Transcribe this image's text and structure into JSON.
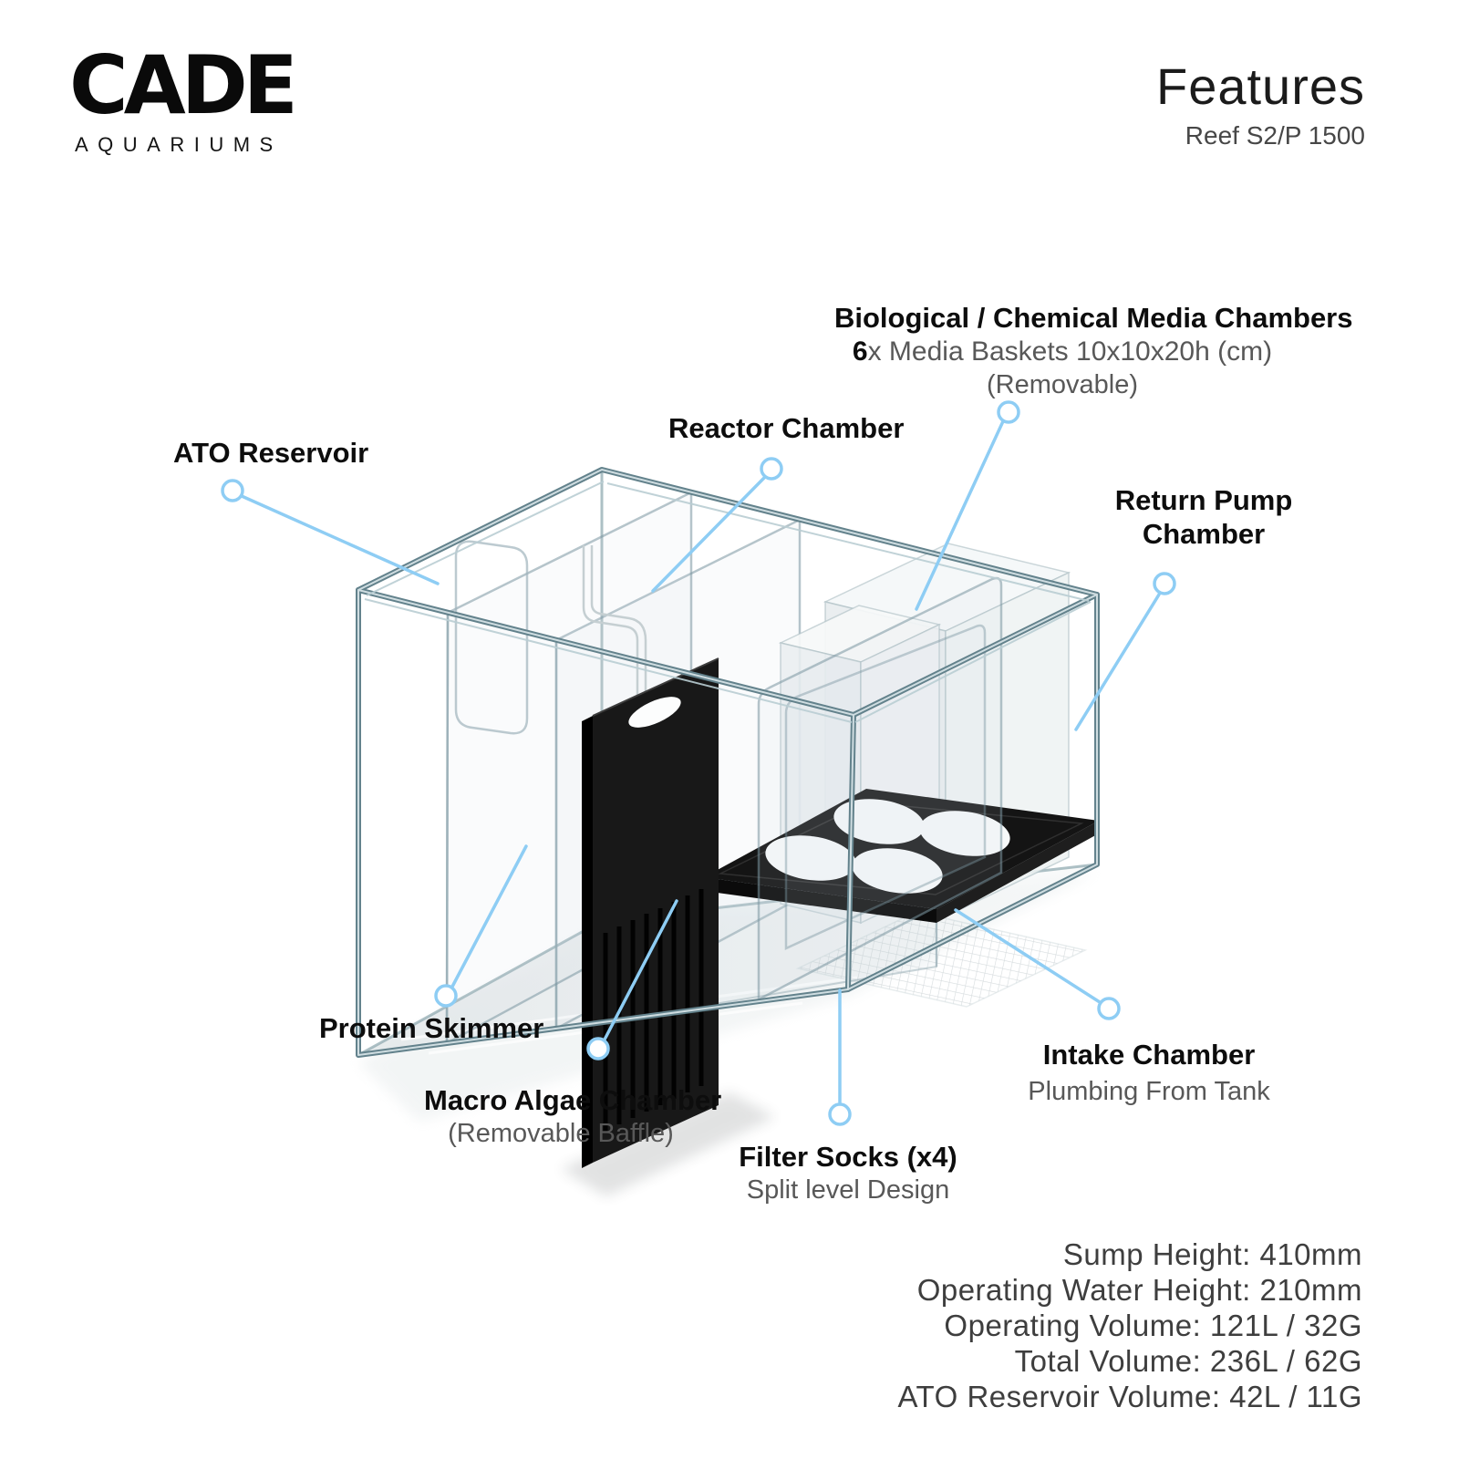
{
  "brand": {
    "logo_text": "CADE",
    "logo_sub": "AQUARIUMS"
  },
  "header": {
    "title": "Features",
    "subtitle": "Reef S2/P 1500"
  },
  "callouts": {
    "ato": {
      "label": "ATO Reservoir"
    },
    "reactor": {
      "label": "Reactor Chamber"
    },
    "bio": {
      "label": "Biological / Chemical Media Chambers",
      "detail_bold": "6",
      "detail_rest": "x Media Baskets 10x10x20h (cm)",
      "note": "(Removable)"
    },
    "return_pump": {
      "line1": "Return Pump",
      "line2": "Chamber"
    },
    "skimmer": {
      "label": "Protein Skimmer"
    },
    "macro": {
      "label": "Macro Algae Chamber",
      "note": "(Removable Baffle)"
    },
    "socks": {
      "label": "Filter Socks (x4)",
      "note": "Split level Design"
    },
    "intake": {
      "label": "Intake Chamber",
      "note": "Plumbing From Tank"
    }
  },
  "specs": {
    "lines": [
      "Sump Height: 410mm",
      "Operating Water Height: 210mm",
      "Operating Volume: 121L / 32G",
      "Total Volume: 236L / 62G",
      "ATO Reservoir Volume: 42L / 11G"
    ]
  },
  "colors": {
    "callout_blue": "#8ecdf4",
    "glass_edge": "#63828c",
    "glass_edge_light": "#cfdde1",
    "panel_black": "#181818"
  }
}
